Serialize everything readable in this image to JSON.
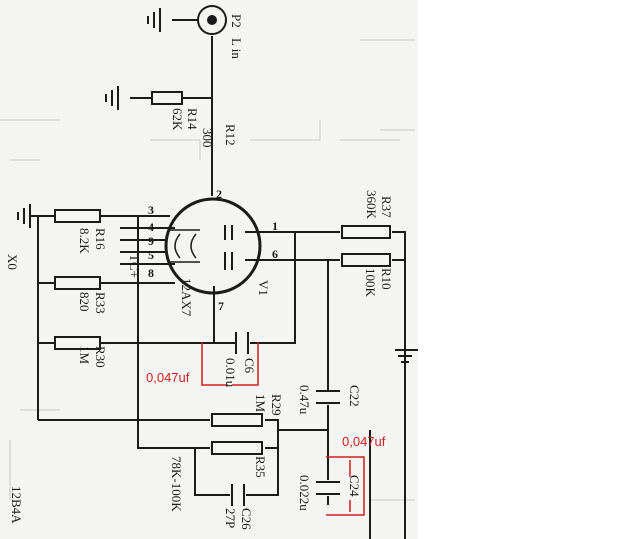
{
  "schematic": {
    "components": {
      "P2": {
        "ref": "P2",
        "label": "L in"
      },
      "R14": {
        "ref": "R14",
        "value": "62K"
      },
      "R12": {
        "ref": "R12",
        "value": "300"
      },
      "R16": {
        "ref": "R16",
        "value": "8.2K"
      },
      "R33": {
        "ref": "R33",
        "value": "820"
      },
      "R30": {
        "ref": "R30",
        "value": "1M"
      },
      "R37": {
        "ref": "R37",
        "value": "360K"
      },
      "R10": {
        "ref": "R10",
        "value": "100K"
      },
      "R29": {
        "ref": "R29",
        "value": "1M"
      },
      "R35": {
        "ref": "R35",
        "value": "78K-100K"
      },
      "C6": {
        "ref": "C6",
        "value": "0.01u"
      },
      "C22": {
        "ref": "C22",
        "value": "0.47u"
      },
      "C24": {
        "ref": "C24",
        "value": "0.022u"
      },
      "C26": {
        "ref": "C26",
        "value": "27P"
      },
      "V1": {
        "ref": "V1",
        "type": "12AX7"
      }
    },
    "pins": [
      "1",
      "2",
      "3",
      "4",
      "9",
      "5",
      "8",
      "6",
      "7"
    ],
    "tc_label": "TC+",
    "margin_label": "12B4A",
    "margin_mark": "X0"
  },
  "annotations": {
    "c6_note": "0,047uf",
    "c24_note": "0,047uf",
    "color": "#d02020"
  }
}
